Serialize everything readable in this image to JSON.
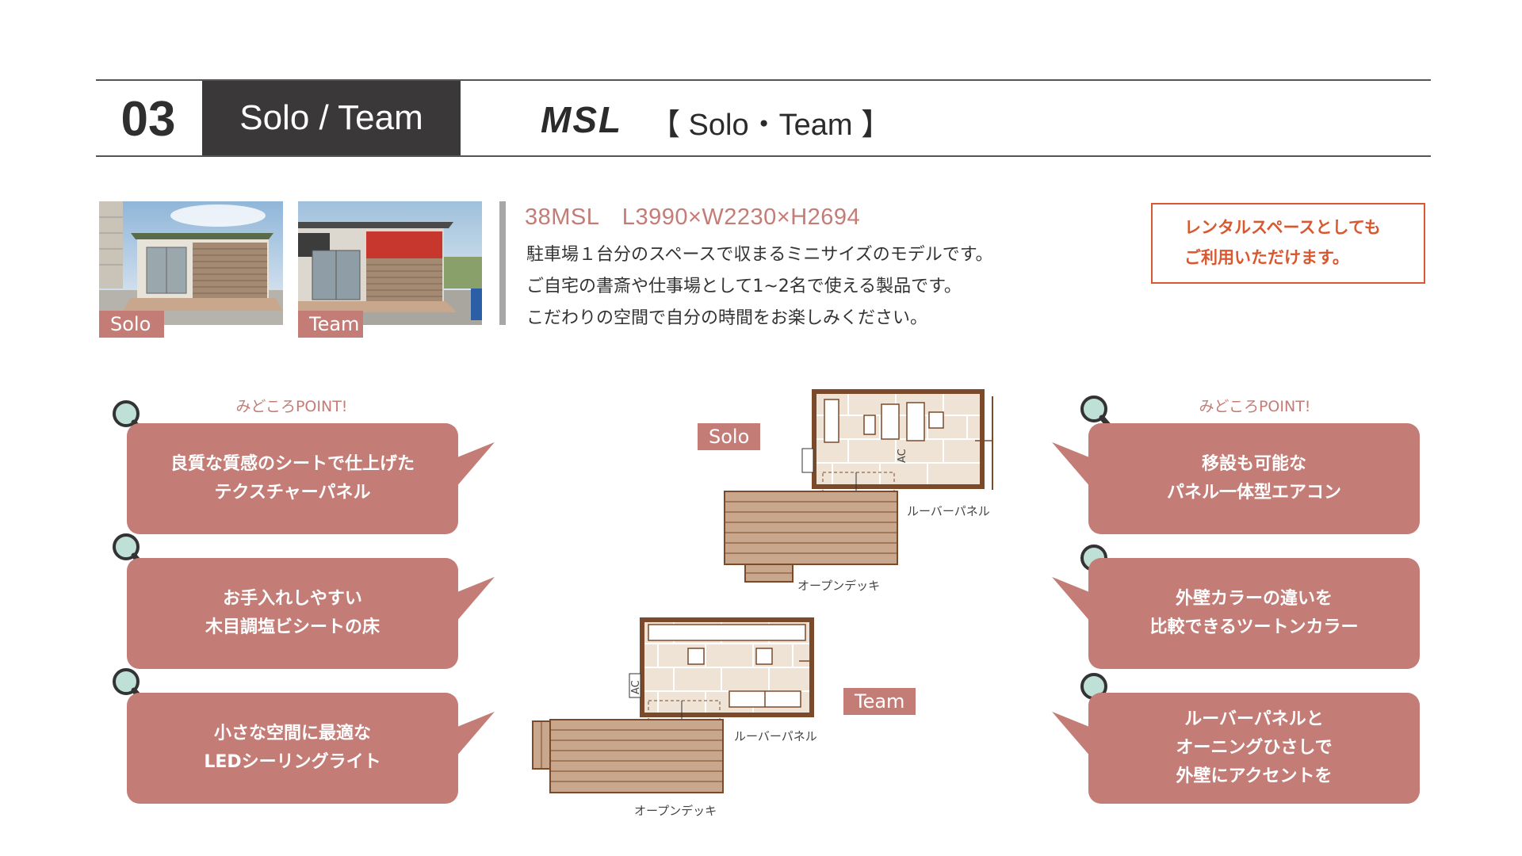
{
  "header": {
    "section_number": "03",
    "section_title": "Solo / Team",
    "brand": "MSL",
    "model_name": "【 Solo・Team 】"
  },
  "photos": {
    "solo_label": "Solo",
    "team_label": "Team"
  },
  "spec": "38MSL　L3990×W2230×H2694",
  "description": [
    "駐車場１台分のスペースで収まるミニサイズのモデルです。",
    "ご自宅の書斎や仕事場として1~2名で使える製品です。",
    "こだわりの空間で自分の時間をお楽しみください。"
  ],
  "notice": [
    "レンタルスペースとしても",
    "ご利用いただけます。"
  ],
  "points_left": {
    "heading": "みどころPOINT!",
    "items": [
      [
        "良質な質感のシートで仕上げた",
        "テクスチャーパネル"
      ],
      [
        "お手入れしやすい",
        "木目調塩ビシートの床"
      ],
      [
        "小さな空間に最適な",
        "LEDシーリングライト"
      ]
    ]
  },
  "points_right": {
    "heading": "みどころPOINT!",
    "items": [
      [
        "移設も可能な",
        "パネル一体型エアコン"
      ],
      [
        "外壁カラーの違いを",
        "比較できるツートンカラー"
      ],
      [
        "ルーバーパネルと",
        "オーニングひさしで",
        "外壁にアクセントを"
      ]
    ]
  },
  "plans": {
    "solo_label": "Solo",
    "team_label": "Team",
    "louver": "ルーバーパネル",
    "deck": "オープンデッキ",
    "ac": "AC"
  },
  "colors": {
    "accent": "#c47c76",
    "dark": "#3a3838",
    "notice": "#d9582f",
    "wall": "#7a4a2a",
    "deck": "#c9a78c"
  },
  "icons": [
    "magnifier-icon"
  ]
}
